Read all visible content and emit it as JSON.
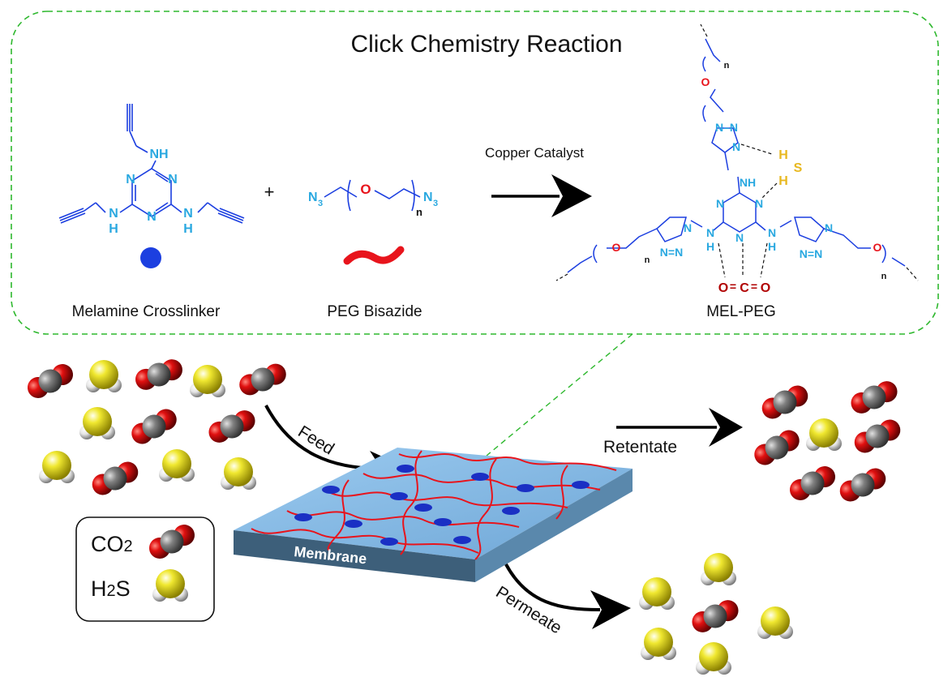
{
  "title": "Click Chemistry Reaction",
  "reactants": {
    "melamine": {
      "label": "Melamine Crosslinker",
      "symbol": "blue-dot"
    },
    "peg": {
      "label": "PEG Bisazide",
      "symbol": "red-wave"
    },
    "plus": "+"
  },
  "catalyst": "Copper Catalyst",
  "product": {
    "label": "MEL-PEG"
  },
  "chem_text": {
    "NH": "NH",
    "N": "N",
    "H": "H",
    "S": "S",
    "O": "O",
    "C": "C",
    "N3": "N",
    "sub3": "3",
    "n": "n",
    "NN": "N–N",
    "NeqN": "N=N",
    "eq": "=",
    "dash": "–"
  },
  "flow": {
    "feed": "Feed",
    "retentate": "Retentate",
    "permeate": "Permeate",
    "membrane": "Membrane"
  },
  "legend": {
    "co2": {
      "main": "CO",
      "sub": "2"
    },
    "h2s": {
      "main": "H",
      "sub": "2",
      "tail": "S"
    }
  },
  "colors": {
    "dashed_border": "#2eb82e",
    "melamine": "#1c3fe0",
    "nitrogen": "#29a8e0",
    "peg": "#e8141c",
    "oxygen": "#e8141c",
    "h2s_label": "#e8b820",
    "co2_carbon": "#7a7a7a",
    "co2_oxygen": "#d81010",
    "h2s_sulfur": "#e8e020",
    "h2s_hydrogen": "#e8e8e8",
    "membrane_top": "#7fb6e2",
    "membrane_front": "#3d5f7a"
  }
}
